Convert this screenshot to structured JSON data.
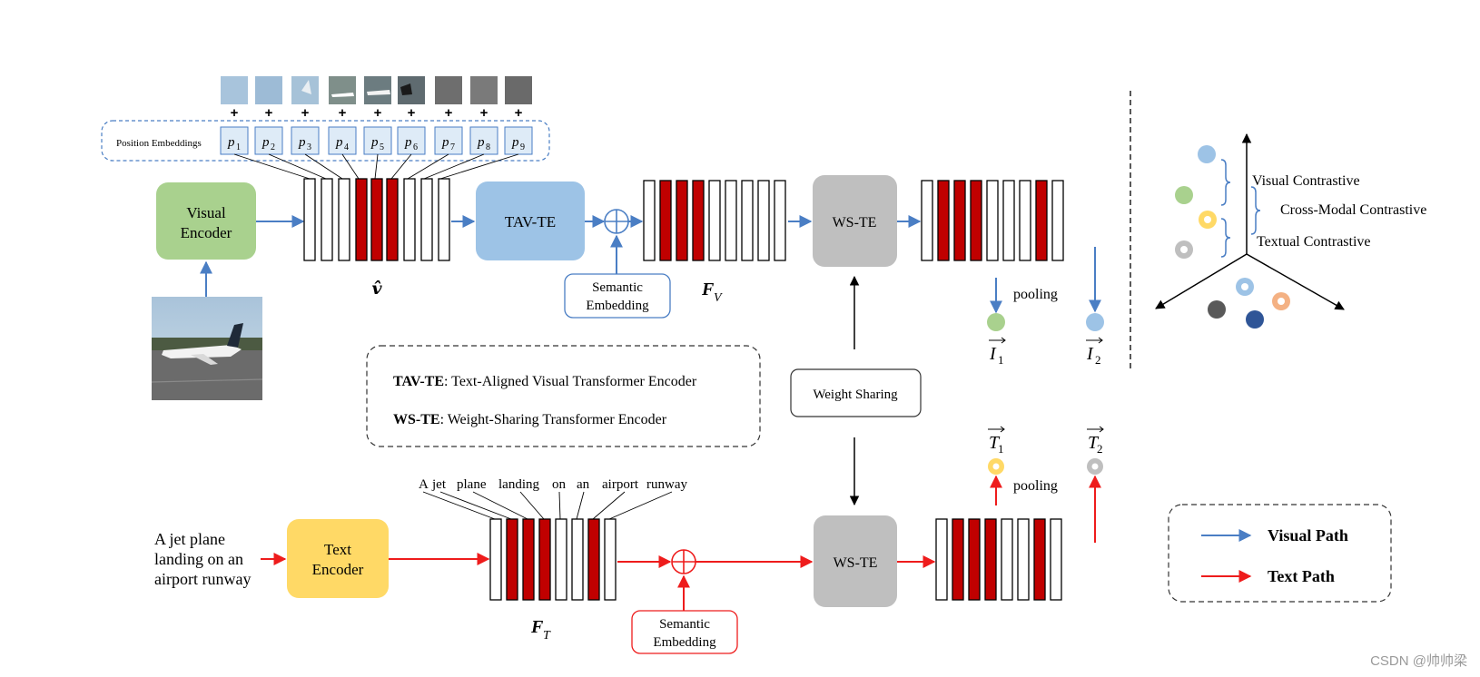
{
  "visual_branch": {
    "encoder_label_line1": "Visual",
    "encoder_label_line2": "Encoder",
    "position_embeddings_label": "Position Embeddings",
    "position_tokens": [
      "1",
      "2",
      "3",
      "4",
      "5",
      "6",
      "7",
      "8",
      "9"
    ],
    "plus_sign": "+",
    "v_hat_label": "𝒗̂",
    "tav_te_label": "TAV-TE",
    "semantic_embedding_line1": "Semantic",
    "semantic_embedding_line2": "Embedding",
    "fv_main": "F",
    "fv_sub": "V",
    "ws_te_label": "WS-TE",
    "pooling": "pooling",
    "i1_main": "I",
    "i1_sub": "1",
    "i2_main": "I",
    "i2_sub": "2"
  },
  "legend_definitions": {
    "tav_te_abbr": "TAV-TE",
    "tav_te_text": ": Text-Aligned Visual Transformer Encoder",
    "ws_te_abbr": "WS-TE",
    "ws_te_text": ": Weight-Sharing Transformer Encoder"
  },
  "weight_sharing_label": "Weight Sharing",
  "text_branch": {
    "input_line1": "A jet plane",
    "input_line2": "landing on an",
    "input_line3": "airport runway",
    "encoder_label_line1": "Text",
    "encoder_label_line2": "Encoder",
    "words": [
      "A",
      "jet",
      "plane",
      "landing",
      "on",
      "an",
      "airport",
      "runway"
    ],
    "ft_main": "F",
    "ft_sub": "T",
    "semantic_embedding_line1": "Semantic",
    "semantic_embedding_line2": "Embedding",
    "ws_te_label": "WS-TE",
    "pooling": "pooling",
    "t1_main": "T",
    "t1_sub": "1",
    "t2_main": "T",
    "t2_sub": "2"
  },
  "embedding_space": {
    "visual_contrastive": "Visual Contrastive",
    "cross_modal_contrastive": "Cross-Modal Contrastive",
    "textual_contrastive": "Textual Contrastive"
  },
  "path_legend": {
    "visual_path": "Visual Path",
    "text_path": "Text Path"
  },
  "watermark": "CSDN @帅帅梁",
  "colors": {
    "visual_blue": "#4a7ec4",
    "text_red": "#ee1c1c",
    "token_red": "#c00000",
    "visual_encoder_green": "#a9d18e",
    "tav_te_blue": "#9dc3e6",
    "ws_te_gray": "#bfbfbf",
    "text_encoder_yellow": "#ffd966",
    "dot_light_blue": "#9dc3e6",
    "dot_green": "#a9d18e",
    "dot_yellow": "#ffd966",
    "dot_gray": "#bfbfbf",
    "dot_dark_gray": "#595959",
    "dot_navy": "#2f5597",
    "dot_orange": "#f4b183"
  }
}
